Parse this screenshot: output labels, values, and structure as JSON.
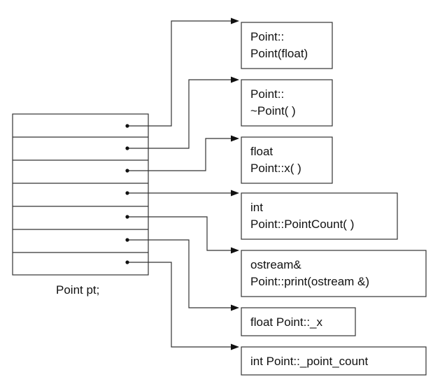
{
  "object": {
    "caption": "Point pt;",
    "slot_count": 7
  },
  "targets": [
    {
      "lines": [
        "Point::",
        "Point(float)"
      ]
    },
    {
      "lines": [
        "Point::",
        "~Point( )"
      ]
    },
    {
      "lines": [
        "float",
        "Point::x( )"
      ]
    },
    {
      "lines": [
        "int",
        "Point::PointCount( )"
      ]
    },
    {
      "lines": [
        "ostream&",
        "Point::print(ostream &)"
      ]
    },
    {
      "lines": [
        "float Point::_x"
      ]
    },
    {
      "lines": [
        "int Point::_point_count"
      ]
    }
  ],
  "links": [
    {
      "from_slot": 0,
      "to_target": 0
    },
    {
      "from_slot": 1,
      "to_target": 1
    },
    {
      "from_slot": 2,
      "to_target": 2
    },
    {
      "from_slot": 3,
      "to_target": 3
    },
    {
      "from_slot": 4,
      "to_target": 4
    },
    {
      "from_slot": 5,
      "to_target": 5
    },
    {
      "from_slot": 6,
      "to_target": 6
    }
  ],
  "colors": {
    "line": "#333333",
    "text": "#111111",
    "background": "#ffffff"
  }
}
